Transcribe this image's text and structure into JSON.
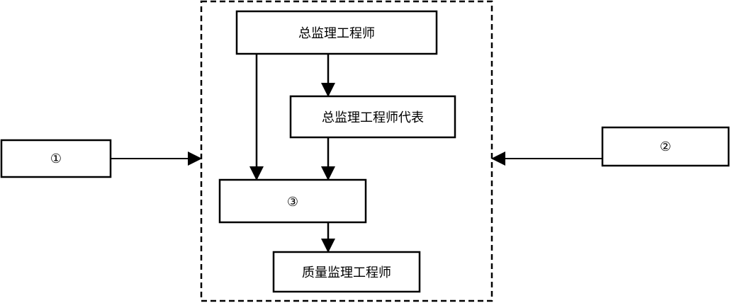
{
  "diagram": {
    "nodes": {
      "chief_engineer": "总监理工程师",
      "chief_engineer_representative": "总监理工程师代表",
      "blank_3": "③",
      "quality_engineer": "质量监理工程师",
      "blank_1": "①",
      "blank_2": "②"
    },
    "edges": [
      {
        "from": "总监理工程师",
        "to": "总监理工程师代表"
      },
      {
        "from": "总监理工程师",
        "to": "③"
      },
      {
        "from": "总监理工程师代表",
        "to": "③"
      },
      {
        "from": "③",
        "to": "质量监理工程师"
      },
      {
        "from": "①",
        "to": "organization-boundary"
      },
      {
        "from": "②",
        "to": "organization-boundary"
      }
    ],
    "colors": {
      "stroke": "#000000",
      "fill": "#ffffff"
    }
  }
}
